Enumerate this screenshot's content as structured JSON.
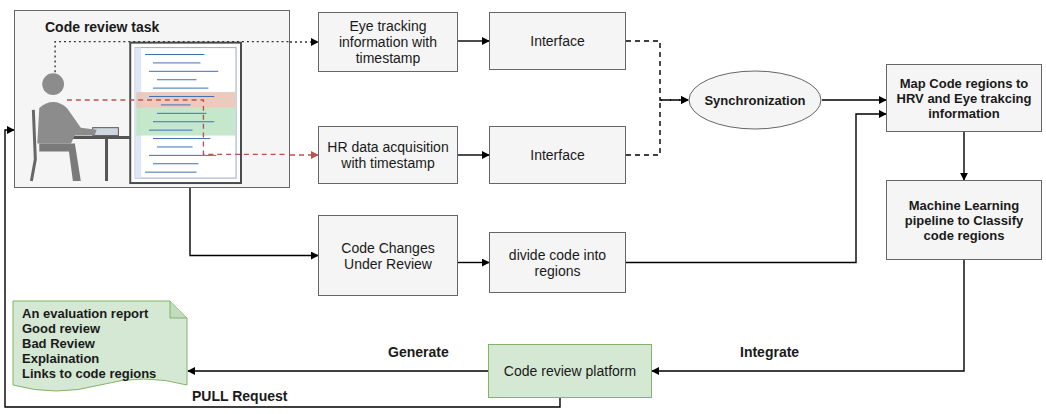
{
  "diagram": {
    "nodes": [
      {
        "text": [
          "Code review task"
        ]
      },
      {
        "text": [
          "Eye tracking information with timestamp"
        ]
      },
      {
        "text": [
          "Interface"
        ]
      },
      {
        "text": [
          "HR data acquisition with timestamp"
        ]
      },
      {
        "text": [
          "Interface"
        ]
      },
      {
        "text": [
          "Synchronization"
        ]
      },
      {
        "text": [
          "Map Code regions to HRV and Eye trakcing information"
        ]
      },
      {
        "text": [
          "Code Changes Under Review"
        ]
      },
      {
        "text": [
          "divide code into regions"
        ]
      },
      {
        "text": [
          "Machine Learning pipeline to Classify code regions"
        ]
      },
      {
        "text": [
          "An evaluation report",
          "Good review",
          "Bad Review",
          "Explaination",
          "Links to code regions"
        ]
      },
      {
        "text": [
          "Code review platform"
        ]
      }
    ],
    "edges": [
      {
        "from": 0,
        "to": 1,
        "arrow": "to"
      },
      {
        "from": 0,
        "to": 3,
        "arrow": "to"
      },
      {
        "from": 0,
        "to": 7,
        "arrow": "to"
      },
      {
        "from": 1,
        "to": 2,
        "arrow": "to"
      },
      {
        "from": 3,
        "to": 4,
        "arrow": "to"
      },
      {
        "from": 2,
        "to": 5,
        "arrow": "to"
      },
      {
        "from": 4,
        "to": 5,
        "arrow": "to"
      },
      {
        "from": 5,
        "to": 6,
        "arrow": "to"
      },
      {
        "from": 7,
        "to": 8,
        "arrow": "to"
      },
      {
        "from": 8,
        "to": 6,
        "arrow": "to"
      },
      {
        "from": 6,
        "to": 9,
        "arrow": "to"
      },
      {
        "from": 9,
        "to": 11,
        "label": "Integrate",
        "arrow": "to"
      },
      {
        "from": 11,
        "to": 10,
        "label": "Generate",
        "arrow": "to"
      },
      {
        "from": 11,
        "to": 0,
        "label": "PULL Request",
        "arrow": "to"
      }
    ]
  }
}
